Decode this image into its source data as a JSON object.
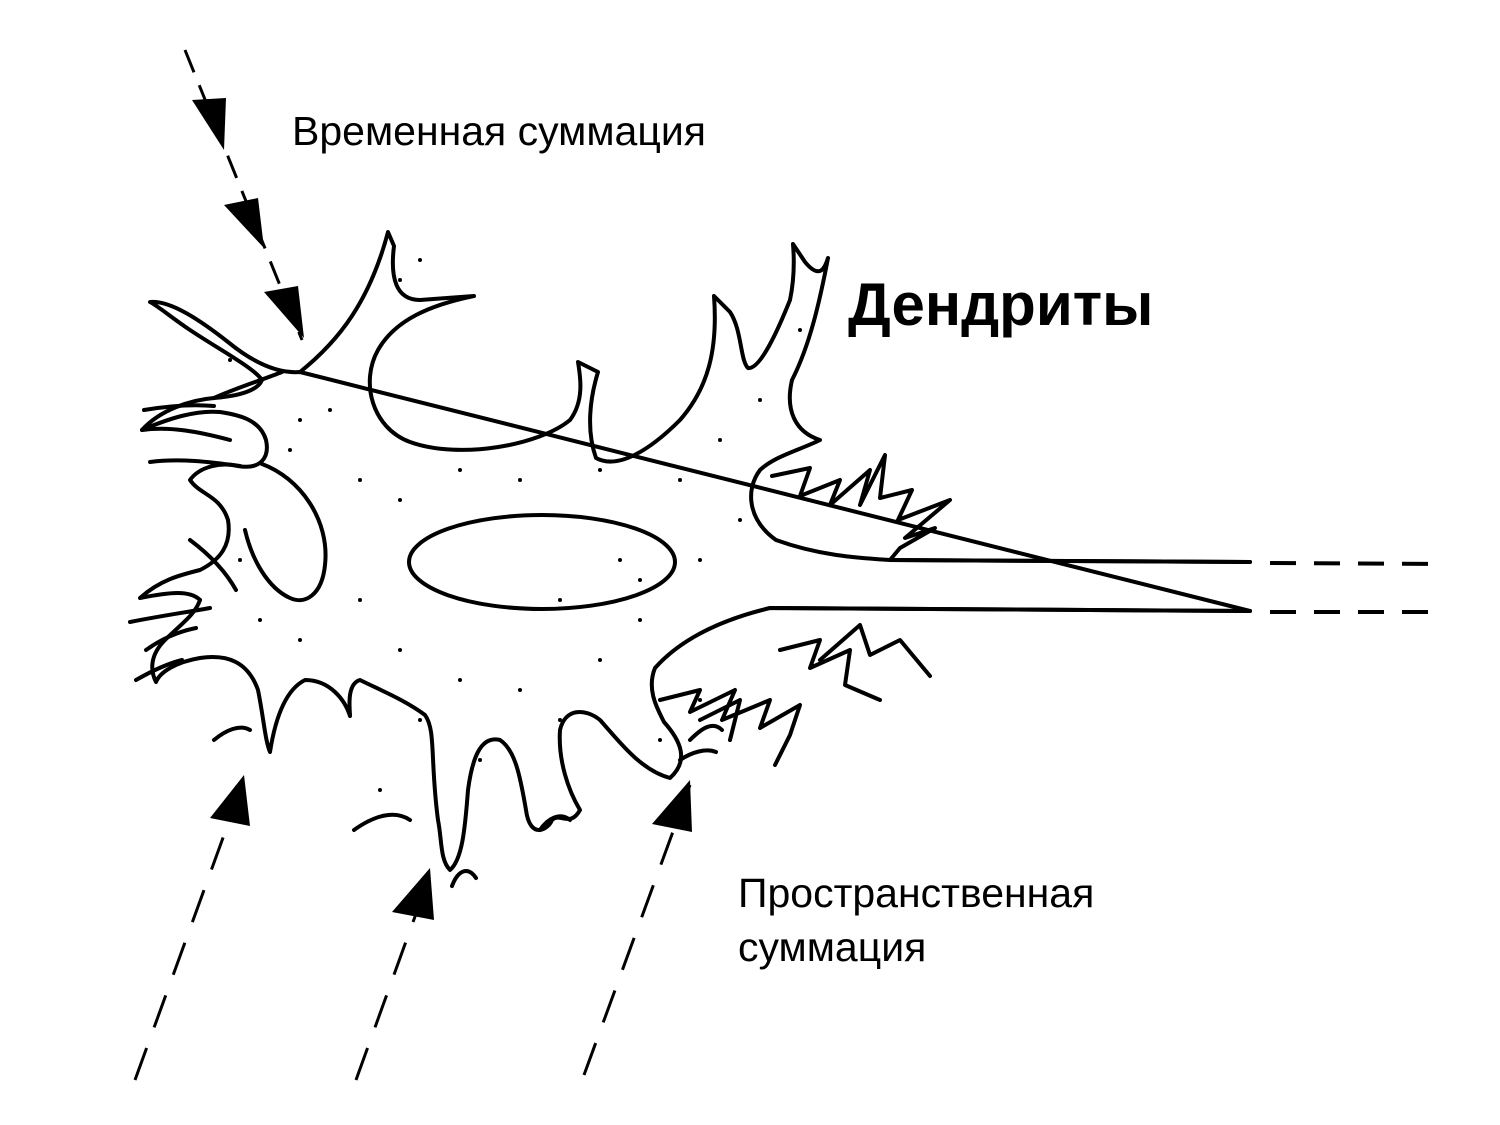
{
  "labels": {
    "temporal_summation": "Временная суммация",
    "dendrites": "Дендриты",
    "spatial_summation_line1": "Пространственная",
    "spatial_summation_line2": "суммация"
  },
  "colors": {
    "ink": "#000000",
    "background": "#ffffff"
  }
}
